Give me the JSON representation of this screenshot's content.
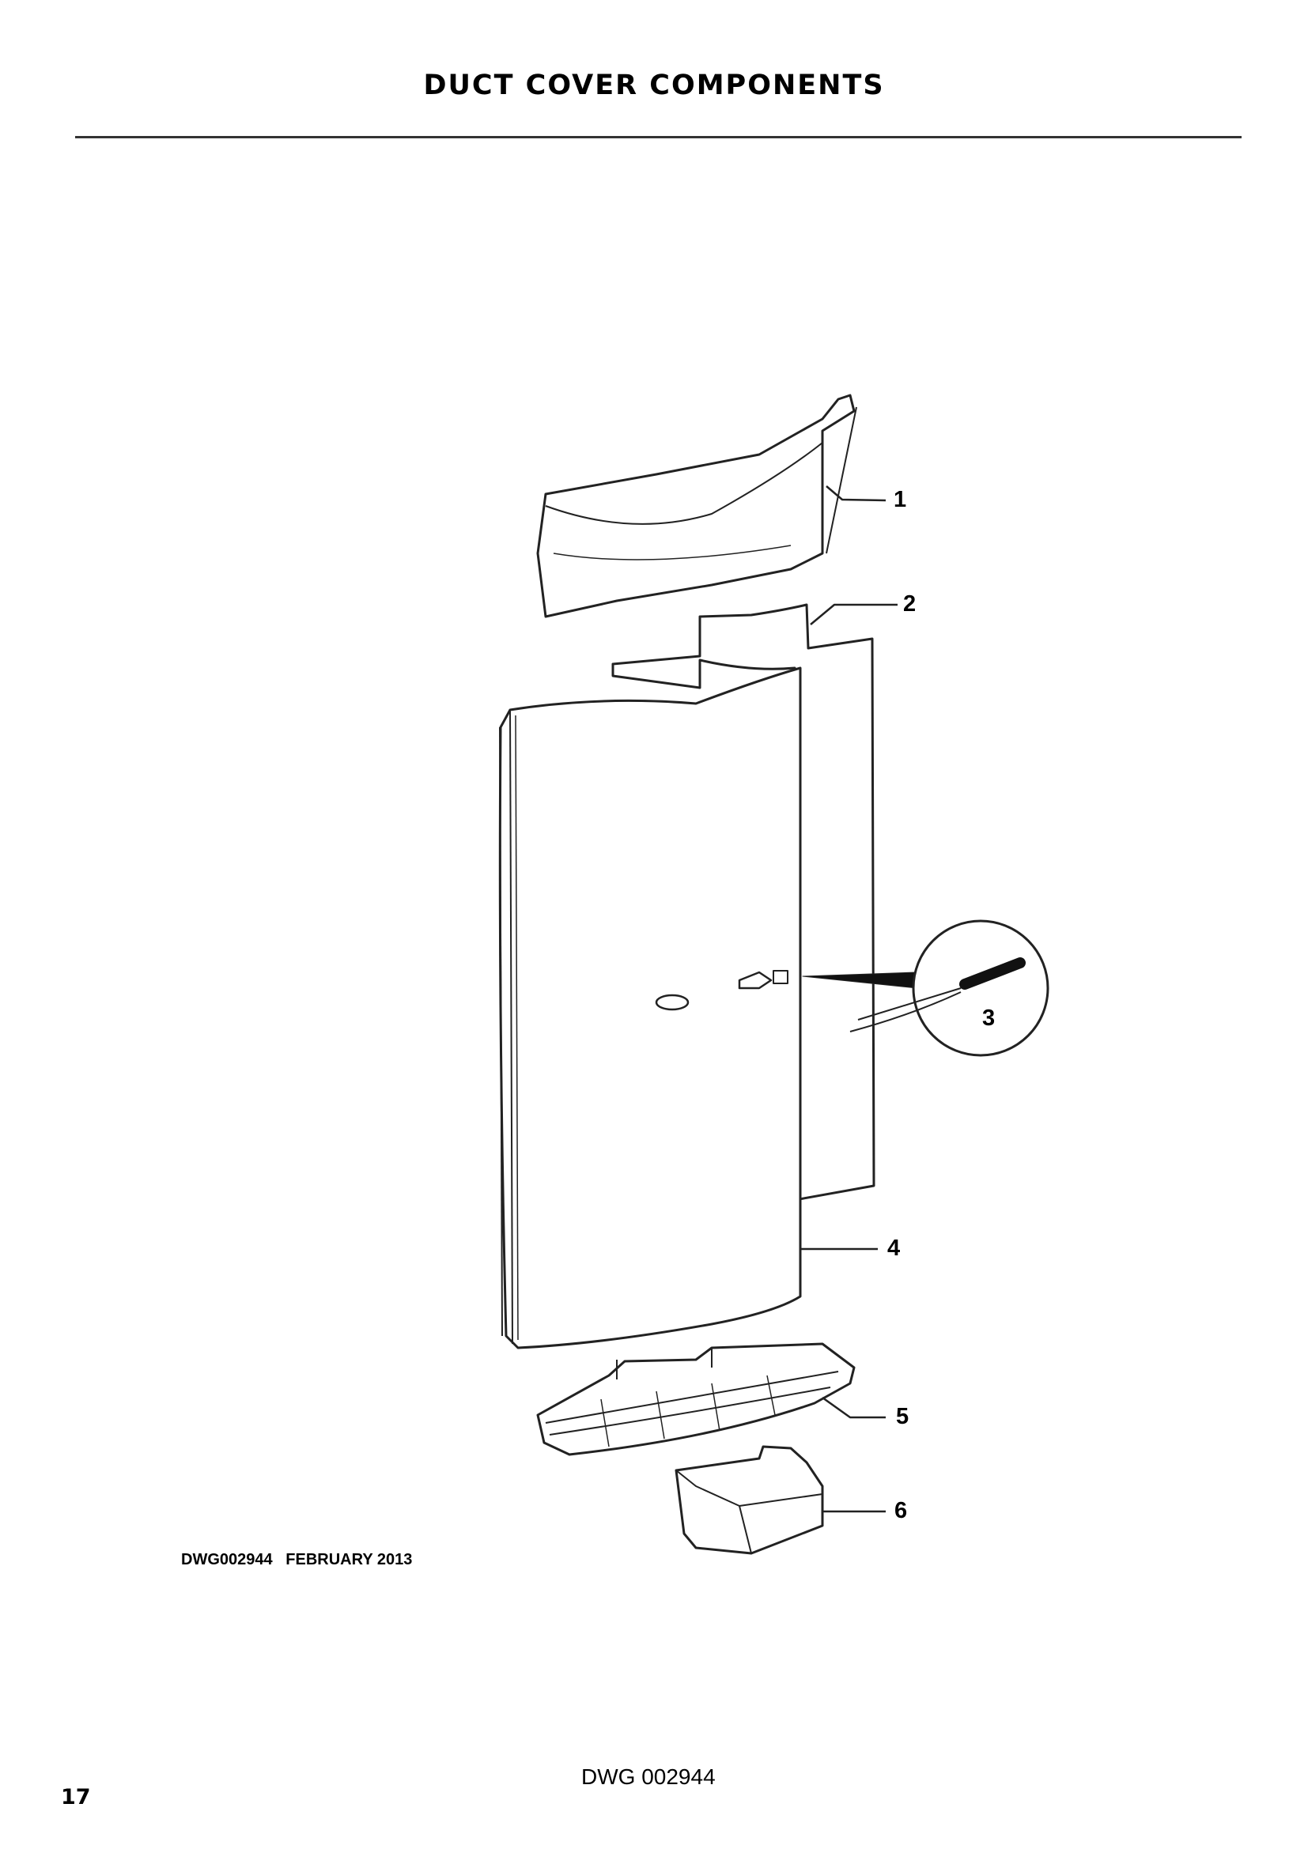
{
  "page": {
    "title": "DUCT COVER COMPONENTS",
    "page_number": "17",
    "footer_drawing_number": "DWG 002944"
  },
  "drawing": {
    "caption": "DWG002944   FEBRUARY 2013",
    "callouts": [
      "1",
      "2",
      "3",
      "4",
      "5",
      "6"
    ]
  }
}
